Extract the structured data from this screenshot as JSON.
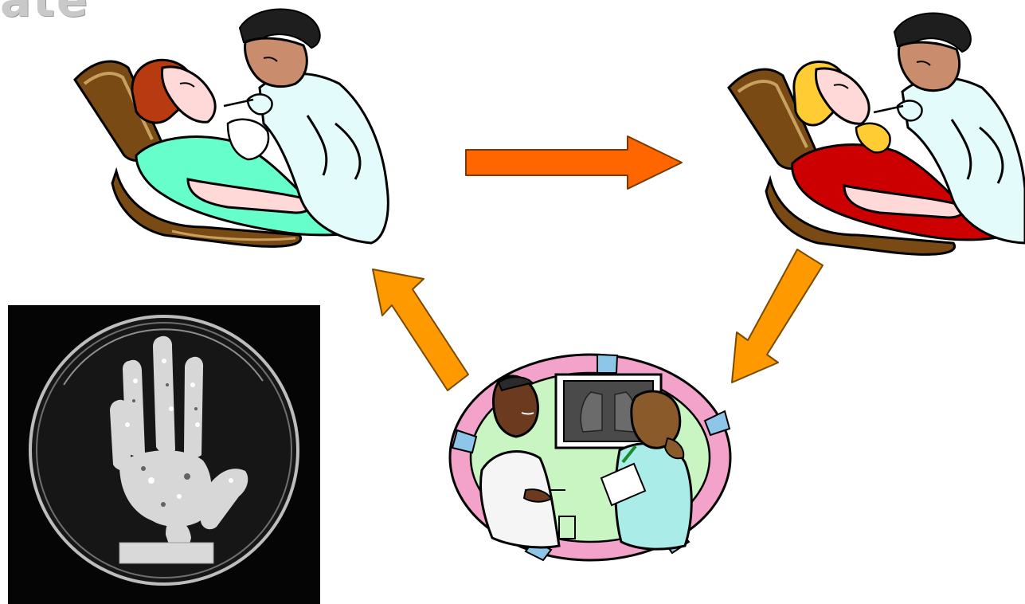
{
  "header": {
    "partial_title": "ate"
  },
  "petri_plate": {
    "label": ""
  },
  "colors": {
    "arrow_orange": "#ff6600",
    "arrow_amber": "#ff9900",
    "scrub_teal": "#66ffcc",
    "patient_gown_contaminated": "#cc0000",
    "hair_brown": "#b83a10",
    "hair_contaminated": "#ffcc33",
    "consult_frame_pink": "#f3a3c9",
    "consult_frame_blue": "#8dc6e8",
    "consult_bg_green": "#c9f5c2"
  },
  "icons": [
    "dentist-treating-patient-clean",
    "dentist-treating-patient-contaminated",
    "doctors-consultation",
    "handprint-bacteria-culture",
    "arrow-right",
    "arrow-down-left",
    "arrow-up-left"
  ]
}
